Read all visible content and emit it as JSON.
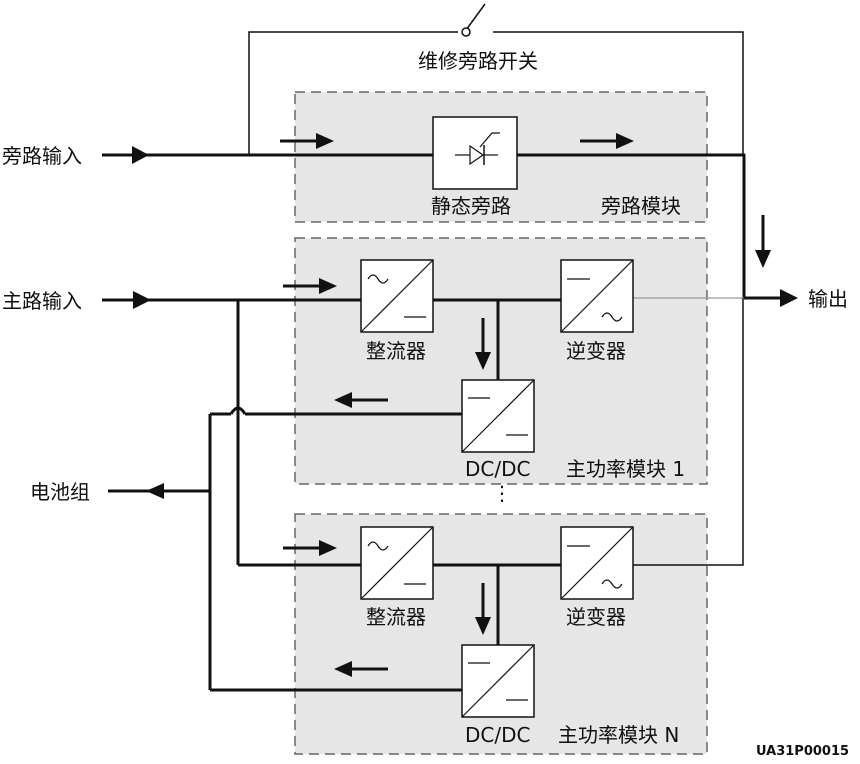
{
  "labels": {
    "bypass_switch": "维修旁路开关",
    "bypass_input": "旁路输入",
    "main_input": "主路输入",
    "battery": "电池组",
    "output": "输出",
    "static_bypass": "静态旁路",
    "bypass_module": "旁路模块",
    "rectifier_1": "整流器",
    "inverter_1": "逆变器",
    "dcdc_1": "DC/DC",
    "power_module_1": "主功率模块 1",
    "ellipsis": "⋮",
    "rectifier_n": "整流器",
    "inverter_n": "逆变器",
    "dcdc_n": "DC/DC",
    "power_module_n": "主功率模块 N",
    "figure_code": "UA31P00015"
  },
  "colors": {
    "line": "#111111",
    "module_fill": "#e6e6e6",
    "module_border": "#666666",
    "box_fill": "#ffffff",
    "thin_line": "#999999"
  }
}
